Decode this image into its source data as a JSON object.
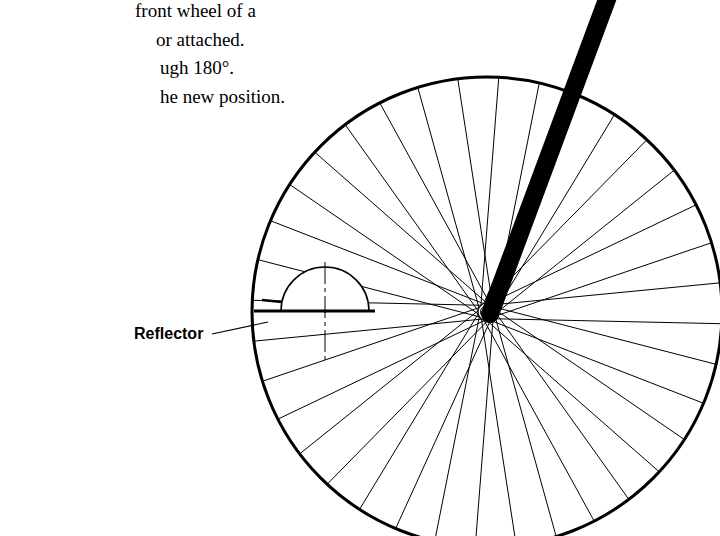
{
  "diagram": {
    "labels": [
      "front wheel of a",
      "or attached.",
      "ugh 180°.",
      "he new position.",
      "Reflector"
    ]
  }
}
